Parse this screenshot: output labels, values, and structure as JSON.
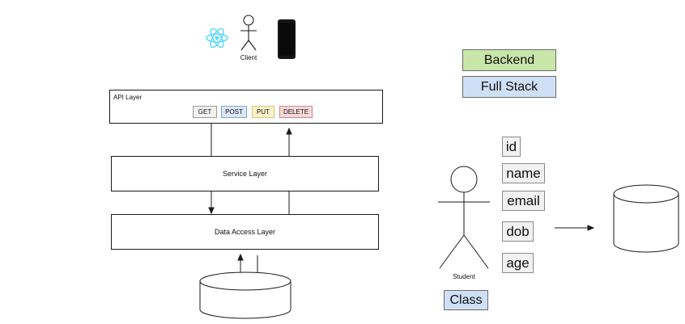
{
  "client": {
    "label": "Client"
  },
  "layers": {
    "api": "API Layer",
    "service": "Service Layer",
    "data_access": "Data Access Layer"
  },
  "methods": [
    {
      "label": "GET",
      "bg": "#f2f2f2",
      "border": "#9a9a9a"
    },
    {
      "label": "POST",
      "bg": "#dbe6f7",
      "border": "#8aa3cc"
    },
    {
      "label": "PUT",
      "bg": "#fbf2c9",
      "border": "#d4c47a"
    },
    {
      "label": "DELETE",
      "bg": "#f8d9d9",
      "border": "#c98a8a"
    }
  ],
  "legend": [
    {
      "label": "Backend",
      "color": "#c8e6a8"
    },
    {
      "label": "Full Stack",
      "color": "#cfe0f6"
    }
  ],
  "student": {
    "label": "Student",
    "fields": [
      "id",
      "name",
      "email",
      "dob",
      "age"
    ],
    "class_label": "Class",
    "class_color": "#cfe0f6"
  },
  "colors": {
    "react": "#61dafb",
    "line": "#1a1a1a"
  }
}
